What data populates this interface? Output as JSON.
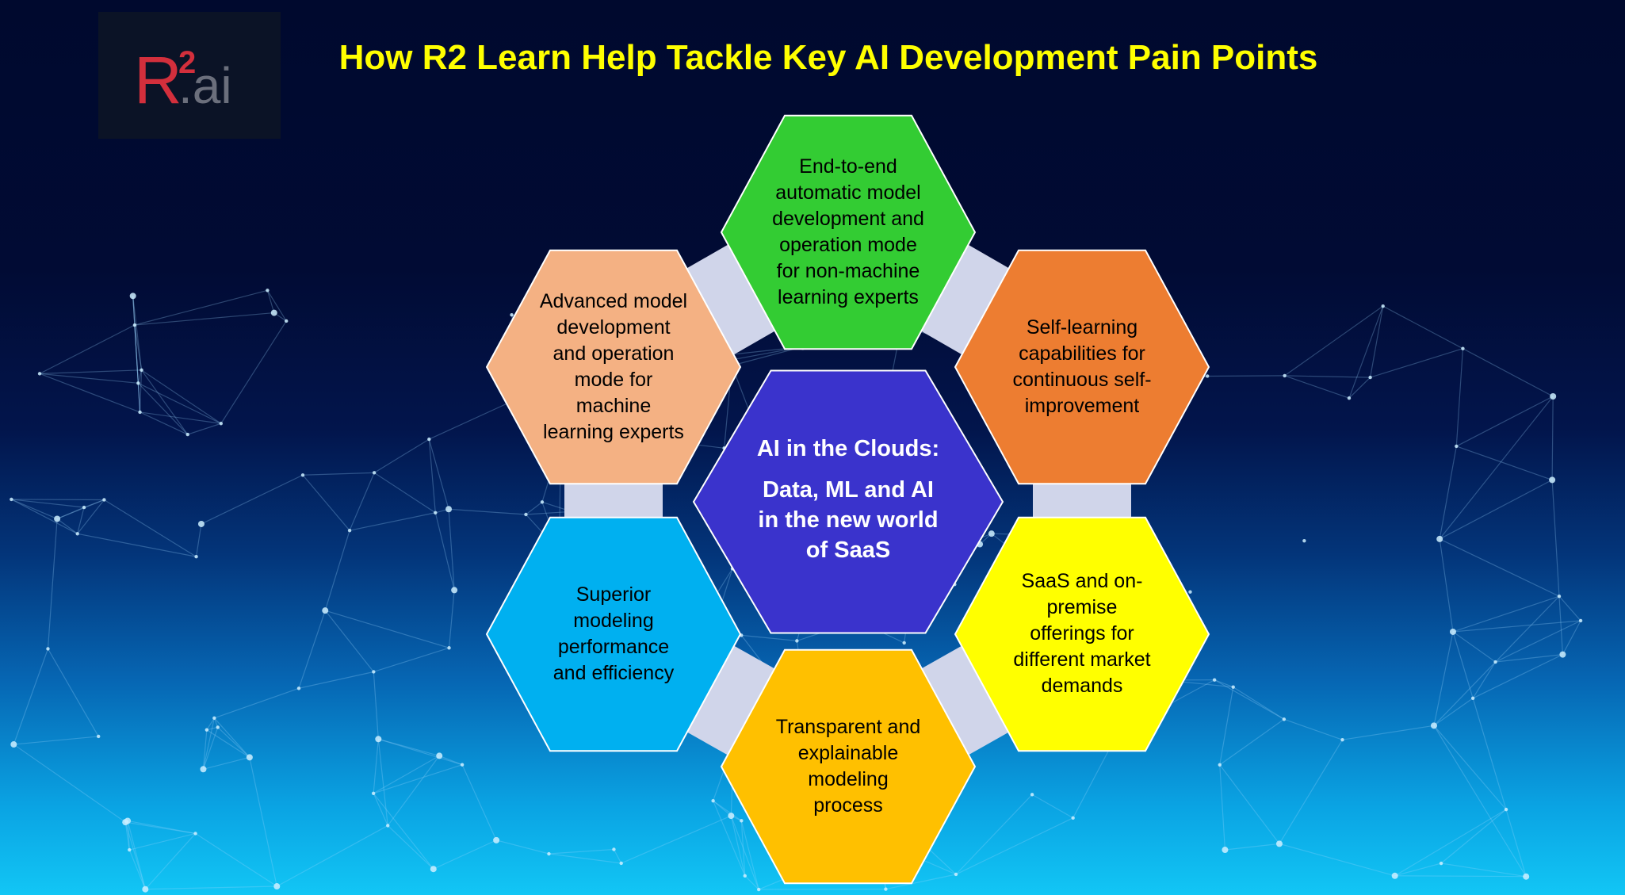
{
  "header": {
    "title": "How R2 Learn Help Tackle Key AI Development Pain Points"
  },
  "logo": {
    "mark": "R",
    "superscript": "2",
    "suffix": ".ai"
  },
  "diagram": {
    "center": {
      "heading": "AI in the Clouds:",
      "body": "Data, ML and AI\nin the new world\nof SaaS"
    },
    "hexagons": [
      {
        "id": "top",
        "text": "End-to-end\nautomatic model\ndevelopment and\noperation mode\nfor non-machine\nlearning experts",
        "color": "#33cc33"
      },
      {
        "id": "upper-right",
        "text": "Self-learning\ncapabilities for\ncontinuous self-\nimprovement",
        "color": "#ed7d31"
      },
      {
        "id": "lower-right",
        "text": "SaaS and on-\npremise\nofferings for\ndifferent market\ndemands",
        "color": "#ffff00"
      },
      {
        "id": "bottom",
        "text": "Transparent and\nexplainable\nmodeling\nprocess",
        "color": "#ffc000"
      },
      {
        "id": "lower-left",
        "text": "Superior\nmodeling\nperformance\nand efficiency",
        "color": "#00b0f0"
      },
      {
        "id": "upper-left",
        "text": "Advanced model\ndevelopment\nand operation\nmode for\nmachine\nlearning experts",
        "color": "#f4b183"
      }
    ],
    "center_color": "#3a33cc",
    "connector_color": "#d0d5ea",
    "outline_color": "#ffffff"
  },
  "logo_colors": {
    "r_color": "#d32f3c",
    "ai_color": "#6b6f7c"
  }
}
